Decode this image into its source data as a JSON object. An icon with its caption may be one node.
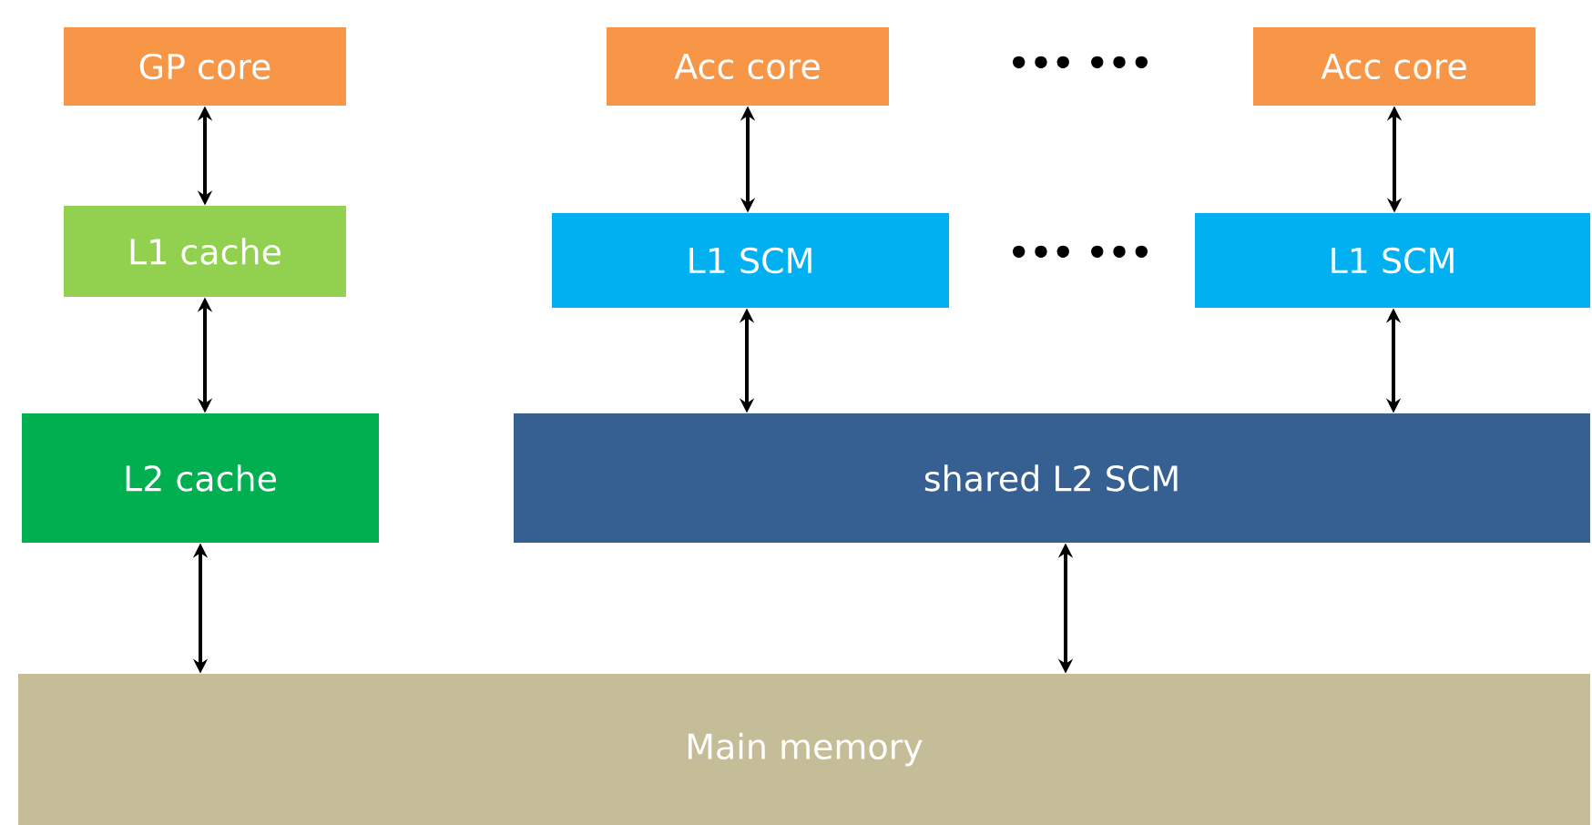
{
  "diagram": {
    "nodes": [
      {
        "text": [
          "GP core"
        ]
      },
      {
        "text": [
          "Acc core"
        ]
      },
      {
        "text": [
          "Acc core"
        ]
      },
      {
        "text": [
          "L1 cache"
        ]
      },
      {
        "text": [
          "L1 SCM"
        ]
      },
      {
        "text": [
          "L1 SCM"
        ]
      },
      {
        "text": [
          "L2 cache"
        ]
      },
      {
        "text": [
          "shared L2  SCM"
        ]
      },
      {
        "text": [
          "Main memory"
        ]
      }
    ],
    "edges": [
      {
        "from": 0,
        "to": 3,
        "arrow": "both"
      },
      {
        "from": 3,
        "to": 6,
        "arrow": "both"
      },
      {
        "from": 1,
        "to": 4,
        "arrow": "both"
      },
      {
        "from": 2,
        "to": 5,
        "arrow": "both"
      },
      {
        "from": 4,
        "to": 7,
        "arrow": "both"
      },
      {
        "from": 5,
        "to": 7,
        "arrow": "both"
      },
      {
        "from": 6,
        "to": 8,
        "arrow": "both"
      },
      {
        "from": 7,
        "to": 8,
        "arrow": "both"
      }
    ],
    "labels": [
      "•••  •••",
      "•••  •••"
    ]
  }
}
